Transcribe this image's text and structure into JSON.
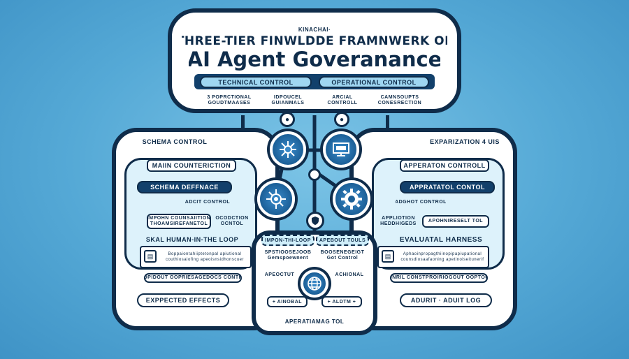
{
  "header": {
    "kicker": "KINACHAI·",
    "title_line1": "THREE-TIER FINWLDDE FRAMNWERK OF",
    "title_line2": "AI Agent Goveranance"
  },
  "tiers": {
    "left": "TECHNICAL CONTROL",
    "right": "OPERATIONAL CONTROL"
  },
  "top_labels": [
    "3 POPRCTIONAL\nGOUDTMAASES",
    "IDPOUCEL\nGUIANMALS",
    "ARCIAL\nCONTROLL",
    "CAMNSOUPTS\nCONESRECTION"
  ],
  "left_panel": {
    "header": "SCHEMA CONTROL",
    "item1": "MAIIN COUNTERICTION",
    "item2": "SCHEMA DEFFNACE",
    "item3": "ADCIT CONTROL",
    "item4a": "IMPOHN COUNSAIITION\nTHOAMSIREFANETOL",
    "item4b": "OCODCTION\nOCNTOL",
    "hitl": "SKAL HUMAN-IN-THE LOOP",
    "hitl_detail": "Boppaiontahiiptetonpal apiutional\ncouthiosaiofing apeoisnsidhonscuer",
    "footer_note": "POOPIDOUT OOPRIESAGEDOCS CONTROL",
    "effects": "EXPPECTED EFFECTS"
  },
  "right_panel": {
    "header": "EXPARIZATION 4 UIS",
    "item1": "APPERATON CONTROLL",
    "item2": "APPRATATOL CONTOL",
    "item3": "ADGHOT CONTROL",
    "item4a": "APPLIOTION\nHEDDHIGEDS",
    "item4b": "APOHNIRESELT TOL",
    "eval": "EVALUATAL HARNESS",
    "eval_detail": "Aphaoinpropagthiinopipapiupational\ncounsdiosaafaoning apetinoiseitunerif",
    "footer_note": "FONRIL CONSTPROIRIOGOUT OOPTOOE",
    "audit": "ADURIT  ·  ADUIT LOG"
  },
  "center": {
    "box_left": "IMPON-THI-LOOP",
    "box_right": "APEBOUT TOULS",
    "box_left_detail": "SPSTIOOSEJOOB\nGemspoewnent",
    "box_right_detail": "BOOSENEGEIGT\nGot Control",
    "tag_left": "APEOCTUT",
    "tag_right": "ACHIONAL",
    "chip_left": "+ AINOBAL",
    "chip_right": "+ ALDTM +",
    "bottom_bar": "APERATIAMAG TOL"
  },
  "icons": {
    "top_node": "network-nodes-icon",
    "top_right_node": "monitor-icon",
    "mid_left_node": "circuit-chip-icon",
    "mid_right_node": "gear-icon",
    "small_node": "shield-icon",
    "bottom_node": "globe-icon"
  },
  "colors": {
    "navy": "#0f2c4a",
    "deep_blue": "#12406b",
    "light_blue": "#9fd6f1",
    "background": "#55a9d6"
  }
}
